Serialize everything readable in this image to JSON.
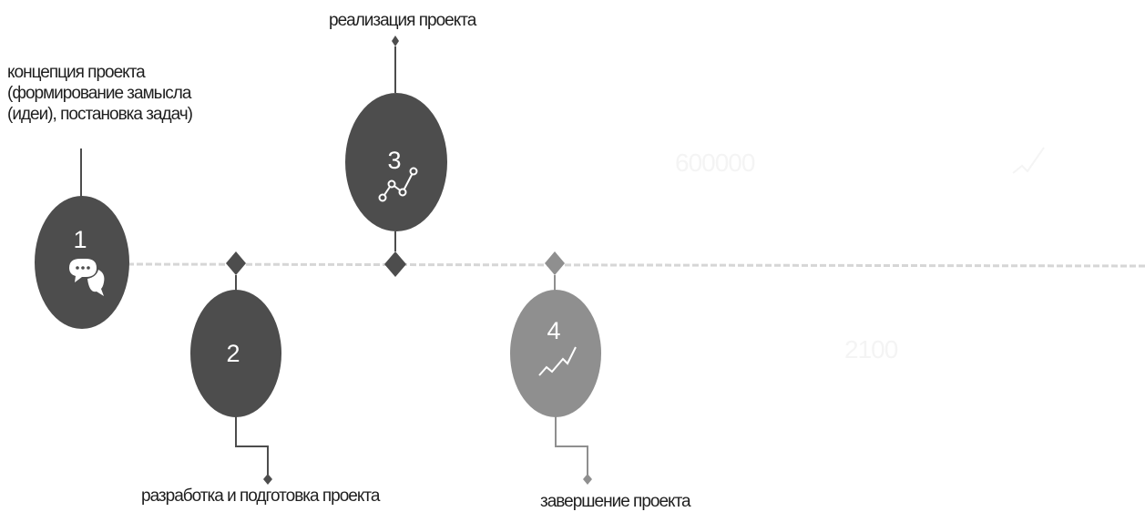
{
  "stages": [
    {
      "number": "1",
      "label_lines": [
        "концепция проекта",
        "(формирование замысла",
        "(идеи), постановка задач)"
      ],
      "icon": "chat-bubbles-icon"
    },
    {
      "number": "2",
      "label_lines": [
        "разработка и подготовка проекта"
      ],
      "icon": ""
    },
    {
      "number": "3",
      "label_lines": [
        "реализация проекта"
      ],
      "icon": "network-nodes-icon"
    },
    {
      "number": "4",
      "label_lines": [
        "завершение проекта"
      ],
      "icon": "trend-line-icon"
    }
  ],
  "colors": {
    "dark": "#4d4d4d",
    "light": "#8f8f8f",
    "timeline": "#d9d9d9",
    "faint": "#f4f4f4"
  },
  "faint_values": [
    "600000",
    "2100"
  ]
}
